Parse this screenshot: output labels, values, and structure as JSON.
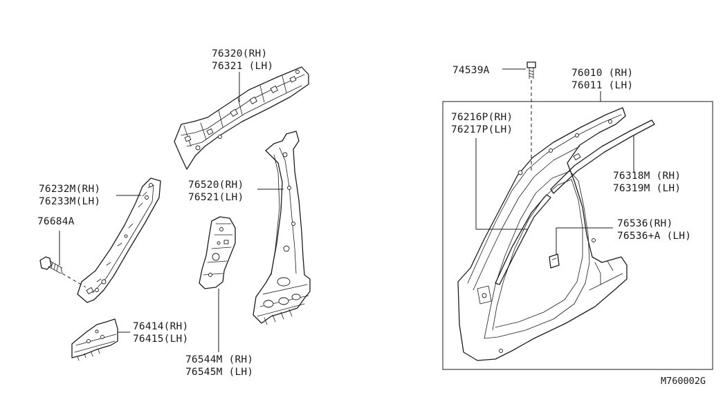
{
  "diagram_code": "M760002G",
  "callouts": {
    "c76320": {
      "line1": "76320(RH)",
      "line2": "76321 (LH)"
    },
    "c76232": {
      "line1": "76232M(RH)",
      "line2": "76233M(LH)"
    },
    "c76684": {
      "line1": "76684A"
    },
    "c76520": {
      "line1": "76520(RH)",
      "line2": "76521(LH)"
    },
    "c76414": {
      "line1": "76414(RH)",
      "line2": "76415(LH)"
    },
    "c76544": {
      "line1": "76544M (RH)",
      "line2": "76545M (LH)"
    },
    "c74539": {
      "line1": "74539A"
    },
    "c76010": {
      "line1": "76010 (RH)",
      "line2": "76011 (LH)"
    },
    "c76216": {
      "line1": "76216P(RH)",
      "line2": "76217P(LH)"
    },
    "c76318": {
      "line1": "76318M (RH)",
      "line2": "76319M (LH)"
    },
    "c76536": {
      "line1": "76536(RH)",
      "line2": "76536+A (LH)"
    }
  }
}
